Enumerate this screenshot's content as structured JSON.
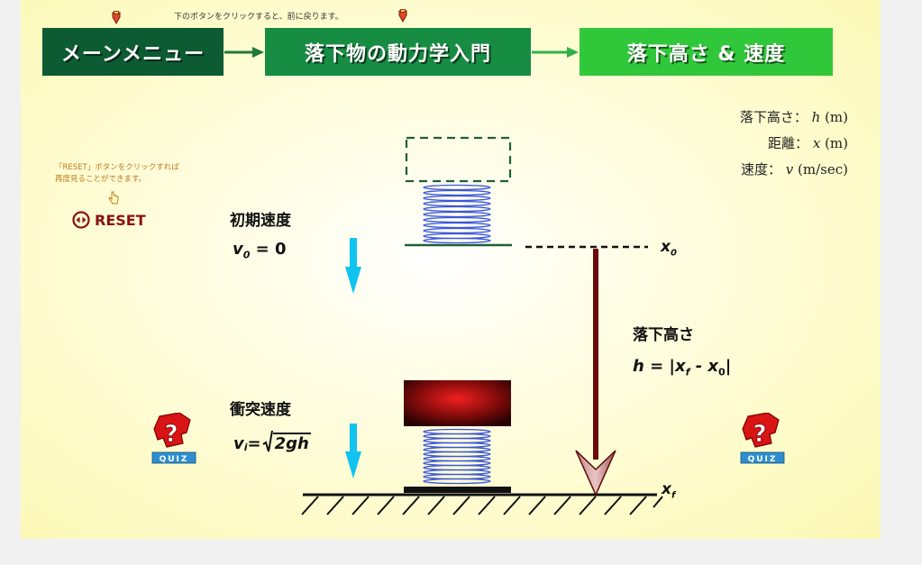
{
  "top_hint": "下のボタンをクリックすると、前に戻ります。",
  "nav": {
    "main_menu": "メーンメニュー",
    "intro": "落下物の動力学入門",
    "current": "落下高さ & 速度"
  },
  "legend": {
    "height_label": "落下高さ：",
    "height_var": "h",
    "height_unit": "(m)",
    "distance_label": "距離：",
    "distance_var": "x",
    "distance_unit": "(m)",
    "speed_label": "速度：",
    "speed_var": "v",
    "speed_unit": "(m/sec)"
  },
  "reset": {
    "hint_line1": "「RESET」ボタンをクリックすれば",
    "hint_line2": "再度見ることができます。",
    "label": "RESET"
  },
  "initial": {
    "title": "初期速度",
    "var": "v",
    "sub": "0",
    "rhs": " = 0"
  },
  "impact": {
    "title": "衝突速度",
    "var": "v",
    "sub": "i",
    "eq": " =",
    "radicand": "2gh"
  },
  "drop": {
    "title": "落下高さ",
    "lhs": "h = |x",
    "sub_f": "f",
    "mid": " - x",
    "sub_0": "0",
    "end": "|"
  },
  "markers": {
    "x0_var": "x",
    "x0_sub": "0",
    "xf_var": "x",
    "xf_sub": "f"
  },
  "quiz_label": "QUIZ",
  "colors": {
    "nav_dark": "#0c5b33",
    "nav_mid": "#178c43",
    "nav_light": "#30c83a",
    "arrow_blue": "#10c4ef",
    "spring_blue": "#3b57d9",
    "height_arrow": "#6b0a0a",
    "reset_red": "#8b1010"
  },
  "icons": [
    "mouse-icon",
    "arrow-right-icon",
    "reset-icon",
    "quiz-icon",
    "pointer-icon"
  ]
}
